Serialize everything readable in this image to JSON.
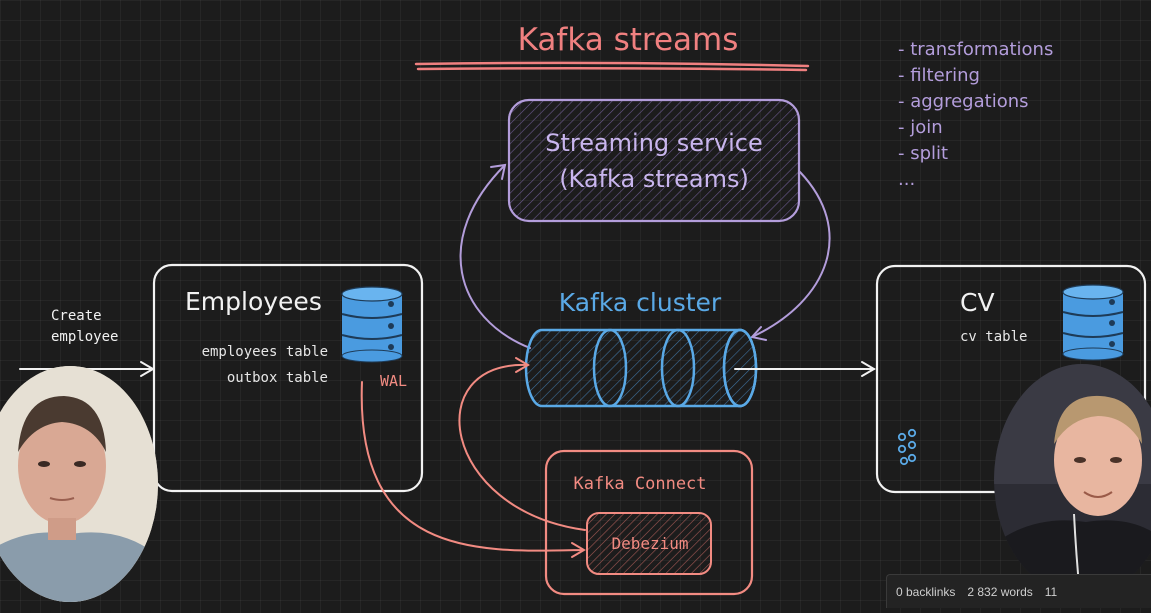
{
  "title": "Kafka streams",
  "operations": [
    "- transformations",
    "- filtering",
    "- aggregations",
    "- join",
    "- split",
    "..."
  ],
  "streaming_service": {
    "line1": "Streaming service",
    "line2": "(Kafka streams)"
  },
  "kafka_cluster": {
    "label": "Kafka cluster"
  },
  "employees": {
    "title": "Employees",
    "tables": [
      "employees table",
      "outbox table"
    ],
    "wal": "WAL"
  },
  "input": {
    "line1": "Create",
    "line2": "employee"
  },
  "cv": {
    "title": "CV",
    "table": "cv table"
  },
  "kafka_connect": {
    "label": "Kafka Connect",
    "debezium": "Debezium"
  },
  "status_bar": {
    "backlinks": "0 backlinks",
    "words": "2 832 words",
    "extra": "11"
  },
  "colors": {
    "title": "#f08080",
    "purple": "#b39ddb",
    "blue": "#5aa9e6",
    "red": "#f28b82",
    "white": "#f2f2f2"
  }
}
